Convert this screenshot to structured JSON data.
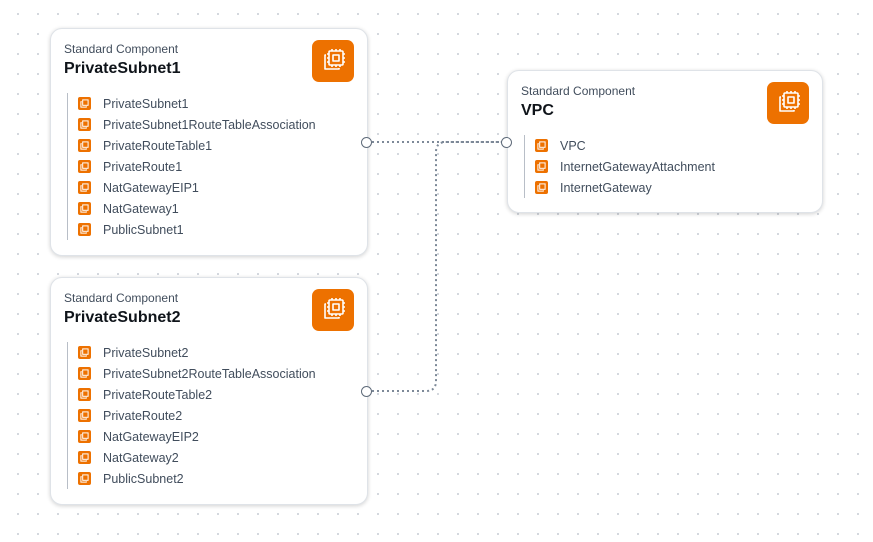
{
  "brand_color": "#ed7100",
  "connector_color": "#7d8998",
  "component_icon": "ec2-component-icon",
  "resource_icon": "resource-icon",
  "cards": [
    {
      "type": "Standard Component",
      "title": "PrivateSubnet1",
      "resources": [
        "PrivateSubnet1",
        "PrivateSubnet1RouteTableAssociation",
        "PrivateRouteTable1",
        "PrivateRoute1",
        "NatGatewayEIP1",
        "NatGateway1",
        "PublicSubnet1"
      ]
    },
    {
      "type": "Standard Component",
      "title": "VPC",
      "resources": [
        "VPC",
        "InternetGatewayAttachment",
        "InternetGateway"
      ]
    },
    {
      "type": "Standard Component",
      "title": "PrivateSubnet2",
      "resources": [
        "PrivateSubnet2",
        "PrivateSubnet2RouteTableAssociation",
        "PrivateRouteTable2",
        "PrivateRoute2",
        "NatGatewayEIP2",
        "NatGateway2",
        "PublicSubnet2"
      ]
    }
  ],
  "connections": [
    {
      "from": "PrivateSubnet1",
      "to": "VPC"
    },
    {
      "from": "PrivateSubnet2",
      "to": "VPC"
    }
  ]
}
